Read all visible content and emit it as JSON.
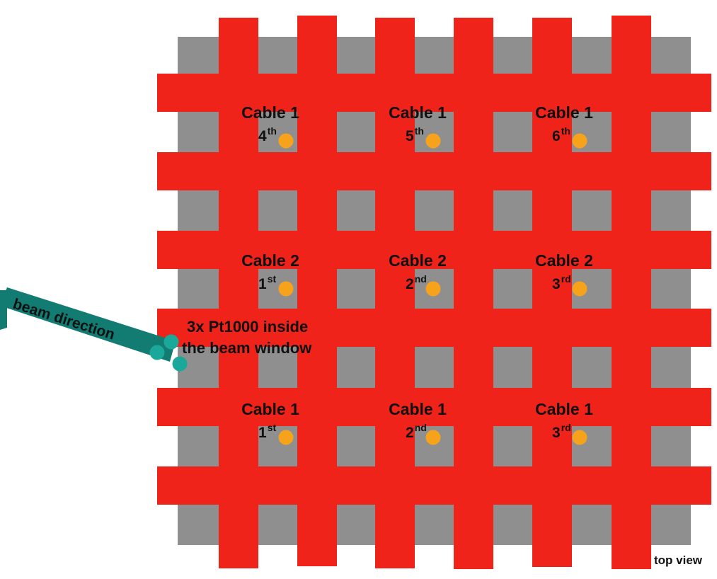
{
  "colors": {
    "background": "#ffffff",
    "plate": "#8f8f8f",
    "cable": "#ef231a",
    "sensor": "#f7a21b",
    "beam": "#127c72",
    "pt1000": "#19a89a"
  },
  "sensors": [
    {
      "cable": "Cable 1",
      "ordinal": "4",
      "suffix": "th"
    },
    {
      "cable": "Cable 1",
      "ordinal": "5",
      "suffix": "th"
    },
    {
      "cable": "Cable 1",
      "ordinal": "6",
      "suffix": "th"
    },
    {
      "cable": "Cable 2",
      "ordinal": "1",
      "suffix": "st"
    },
    {
      "cable": "Cable 2",
      "ordinal": "2",
      "suffix": "nd"
    },
    {
      "cable": "Cable 2",
      "ordinal": "3",
      "suffix": "rd"
    },
    {
      "cable": "Cable 1",
      "ordinal": "1",
      "suffix": "st"
    },
    {
      "cable": "Cable 1",
      "ordinal": "2",
      "suffix": "nd"
    },
    {
      "cable": "Cable 1",
      "ordinal": "3",
      "suffix": "rd"
    }
  ],
  "beam": {
    "label": "beam direction"
  },
  "pt1000": {
    "line1": "3x Pt1000 inside",
    "line2": "the beam window"
  },
  "footer": {
    "view_label": "top view"
  }
}
